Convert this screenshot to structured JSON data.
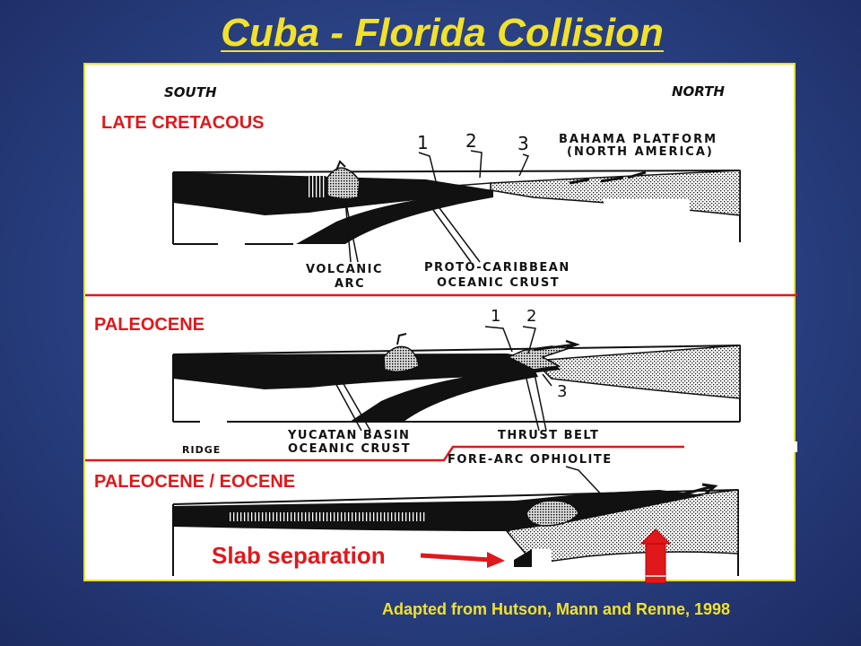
{
  "slide": {
    "title": "Cuba - Florida Collision",
    "credit": "Adapted from Hutson, Mann and Renne, 1998"
  },
  "diagram": {
    "south_label": "SOUTH",
    "north_label": "NORTH",
    "panel1": {
      "stage": "LATE CRETACOUS",
      "num1": "1",
      "num2": "2",
      "num3": "3",
      "platform_line1": "BAHAMA PLATFORM",
      "platform_line2": "(NORTH AMERICA)",
      "arc_line1": "VOLCANIC",
      "arc_line2": "ARC",
      "crust_line1": "PROTO-CARIBBEAN",
      "crust_line2": "OCEANIC CRUST"
    },
    "panel2": {
      "stage": "PALEOCENE",
      "num1": "1",
      "num2": "2",
      "num3": "3",
      "basin_line1": "YUCATAN BASIN",
      "basin_line2": "OCEANIC CRUST",
      "thrust": "THRUST BELT"
    },
    "panel3": {
      "stage": "PALEOCENE / EOCENE",
      "ophiolite": "FORE-ARC OPHIOLITE",
      "slab": "Slab separation"
    },
    "colors": {
      "red": "#e0181c",
      "yellow": "#f2e12a"
    }
  }
}
